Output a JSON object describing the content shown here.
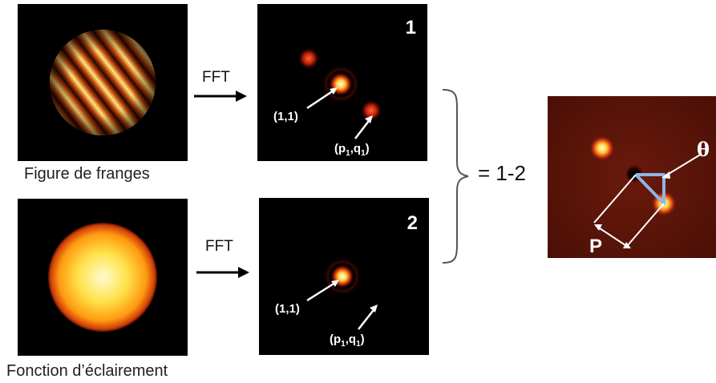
{
  "fringes": {
    "caption": "Figure de franges"
  },
  "illumination": {
    "caption": "Fonction d’éclairement"
  },
  "fft_top": {
    "label": "FFT"
  },
  "fft_bottom": {
    "label": "FFT"
  },
  "spectrum1": {
    "number": "1",
    "label_center": "(1,1)",
    "label_side_p": "(p",
    "label_side_sub1": "1",
    "label_side_q": ",q",
    "label_side_sub2": "1",
    "label_side_close": ")"
  },
  "spectrum2": {
    "number": "2",
    "label_center": "(1,1)",
    "label_side_p": "(p",
    "label_side_sub1": "1",
    "label_side_q": ",q",
    "label_side_sub2": "1",
    "label_side_close": ")"
  },
  "result": {
    "equation": "= 1-2",
    "P_label": "P",
    "theta_label": "θ"
  },
  "colors": {
    "background": "#ffffff",
    "panel": "#000000",
    "result_bg": "#5a140a",
    "spot": "#ffdd55",
    "angle": "#8fb4e8"
  }
}
